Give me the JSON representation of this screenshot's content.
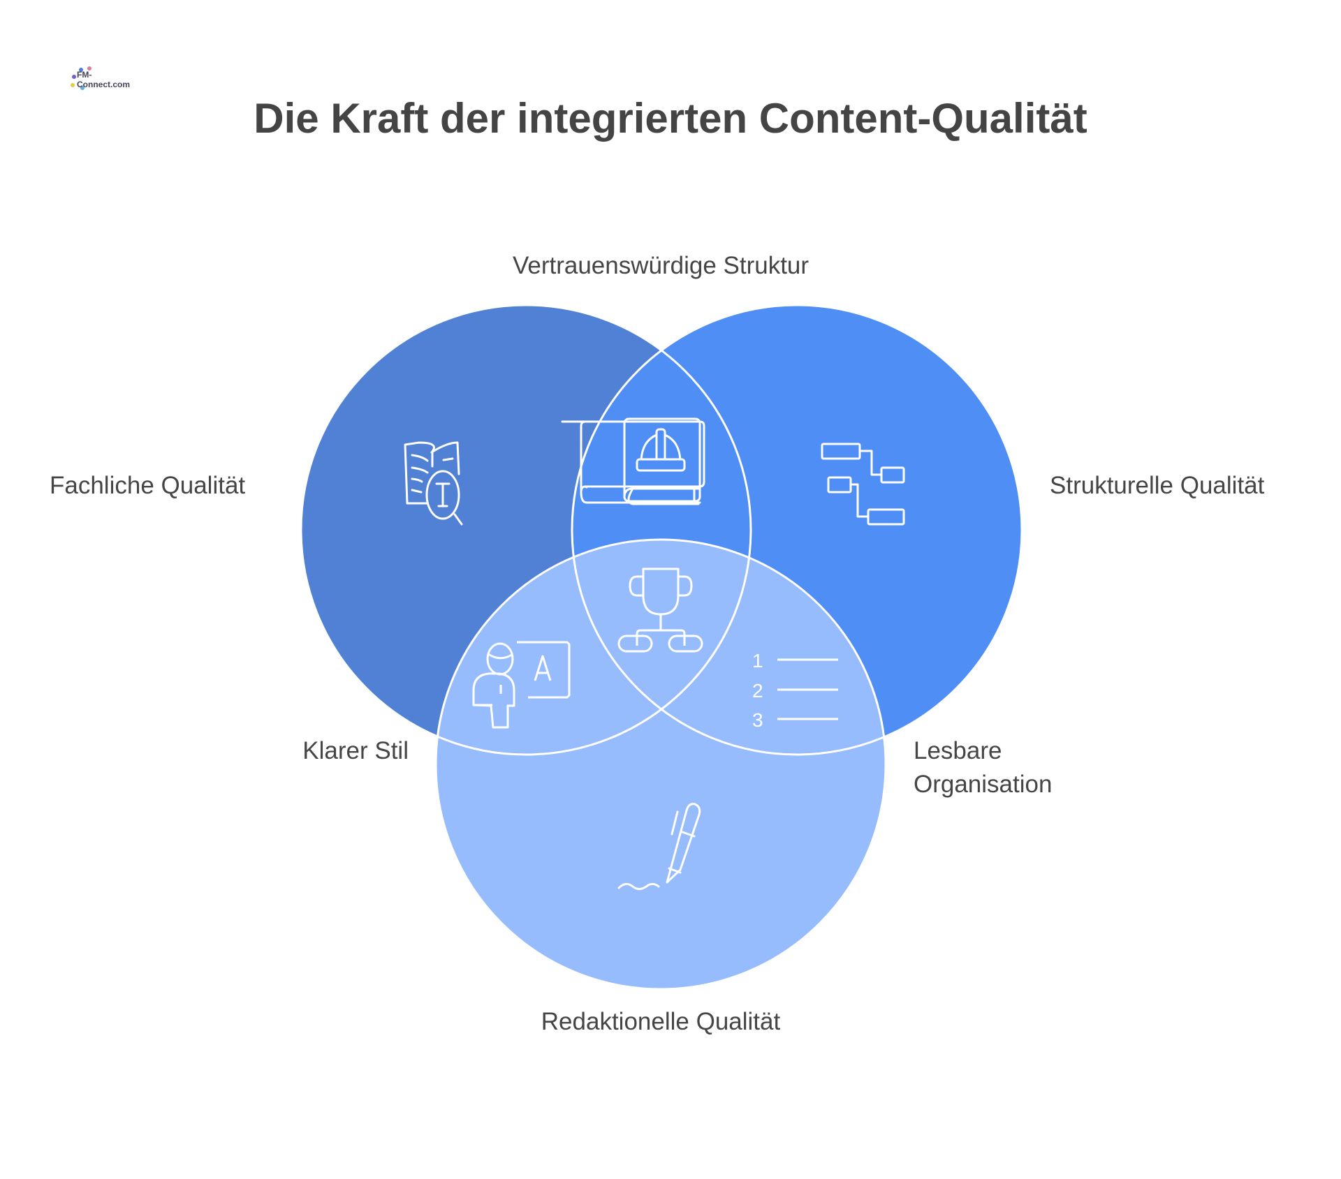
{
  "logo": {
    "text": "FM-Connect.com"
  },
  "title": "Die Kraft der integrierten Content-Qualität",
  "colors": {
    "left": "#5081D4",
    "right": "#4F8EF5",
    "bottom": "#96BCFD",
    "stroke": "#FFFFFF"
  },
  "sets": {
    "left": "Fachliche Qualität",
    "right": "Strukturelle Qualität",
    "bottom": "Redaktionelle Qualität"
  },
  "intersections": {
    "left_right": "Vertrauenswürdige Struktur",
    "left_bottom": "Klarer Stil",
    "right_bottom_line1": "Lesbare",
    "right_bottom_line2": "Organisation"
  },
  "icons": [
    "book-search-icon",
    "manual-helmet-icon",
    "flowchart-icon",
    "trophy-hierarchy-icon",
    "teacher-icon",
    "numbered-list-icon",
    "pen-signature-icon"
  ],
  "list_numbers": [
    "1",
    "2",
    "3"
  ]
}
